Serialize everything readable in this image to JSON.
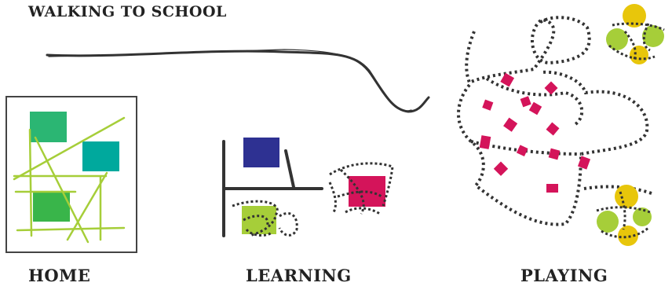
{
  "title": "WALKING TO SCHOOL",
  "sections": {
    "home": "HOME",
    "learning": "LEARNING",
    "playing": "PLAYING"
  },
  "colors": {
    "ink": "#333333",
    "home_green": "#2bb673",
    "home_teal": "#00a99d",
    "home_dark_green": "#39b54a",
    "lime": "#a6ce39",
    "navy": "#2e3192",
    "crimson": "#d4145a",
    "yellow": "#e8c60b"
  }
}
